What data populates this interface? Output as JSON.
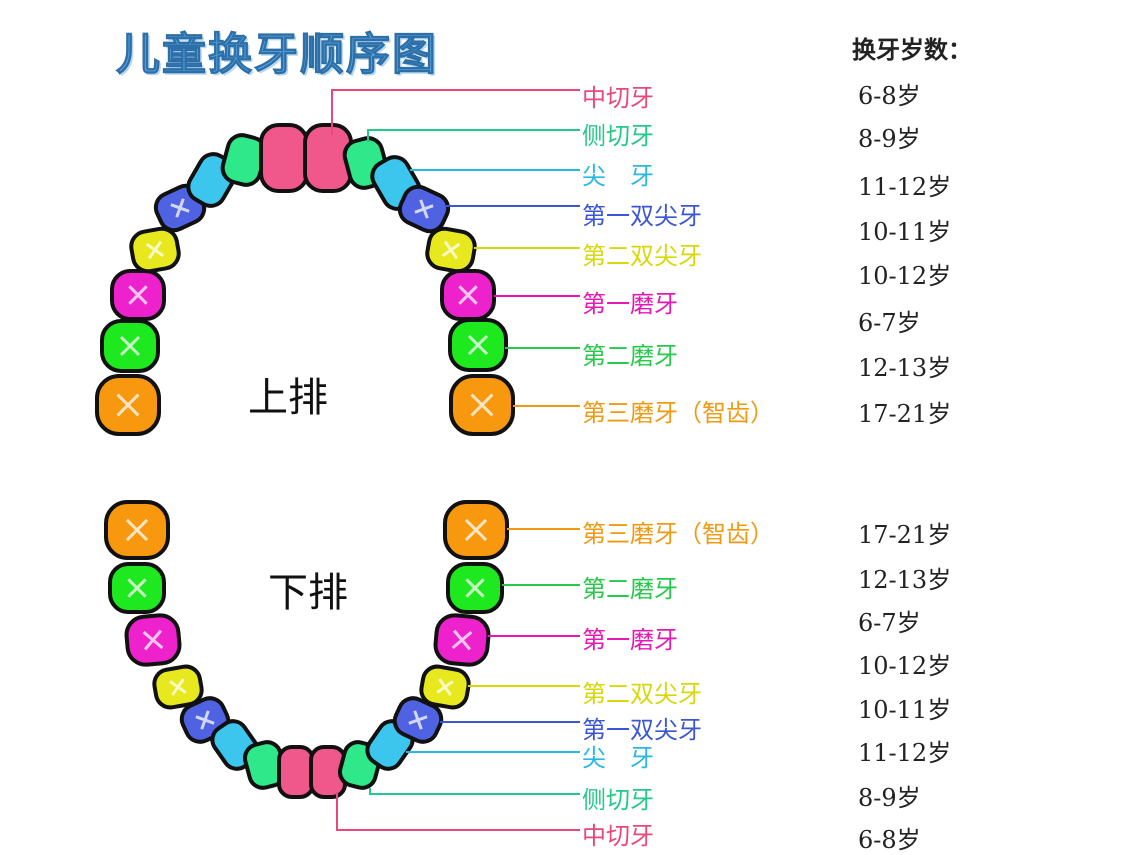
{
  "title": "儿童换牙顺序图",
  "age_header": "换牙岁数：",
  "upper": {
    "jaw_label": "上排",
    "labels": [
      "中切牙",
      "侧切牙",
      "尖　牙",
      "第一双尖牙",
      "第二双尖牙",
      "第一磨牙",
      "第二磨牙",
      "第三磨牙（智齿）"
    ],
    "ages": [
      "6-8岁",
      "8-9岁",
      "11-12岁",
      "10-11岁",
      "10-12岁",
      "6-7岁",
      "12-13岁",
      "17-21岁"
    ]
  },
  "lower": {
    "jaw_label": "下排",
    "labels": [
      "第三磨牙（智齿）",
      "第二磨牙",
      "第一磨牙",
      "第二双尖牙",
      "第一双尖牙",
      "尖　牙",
      "侧切牙",
      "中切牙"
    ],
    "ages": [
      "17-21岁",
      "12-13岁",
      "6-7岁",
      "10-12岁",
      "10-11岁",
      "11-12岁",
      "8-9岁",
      "6-8岁"
    ]
  },
  "tooth_colors": {
    "central_incisor": "#f0588c",
    "lateral_incisor": "#2ee88a",
    "canine": "#3cc6ee",
    "first_premolar": "#4f62e2",
    "second_premolar": "#e8e81e",
    "first_molar": "#ee22cc",
    "second_molar": "#1ee81e",
    "third_molar": "#f7980f"
  },
  "label_colors": {
    "central_incisor": "#e8487a",
    "lateral_incisor": "#22c987",
    "canine": "#27b8e3",
    "first_premolar": "#3a56d4",
    "second_premolar": "#d8d808",
    "first_molar": "#e617b5",
    "second_molar": "#27c94a",
    "third_molar": "#f09a12"
  }
}
